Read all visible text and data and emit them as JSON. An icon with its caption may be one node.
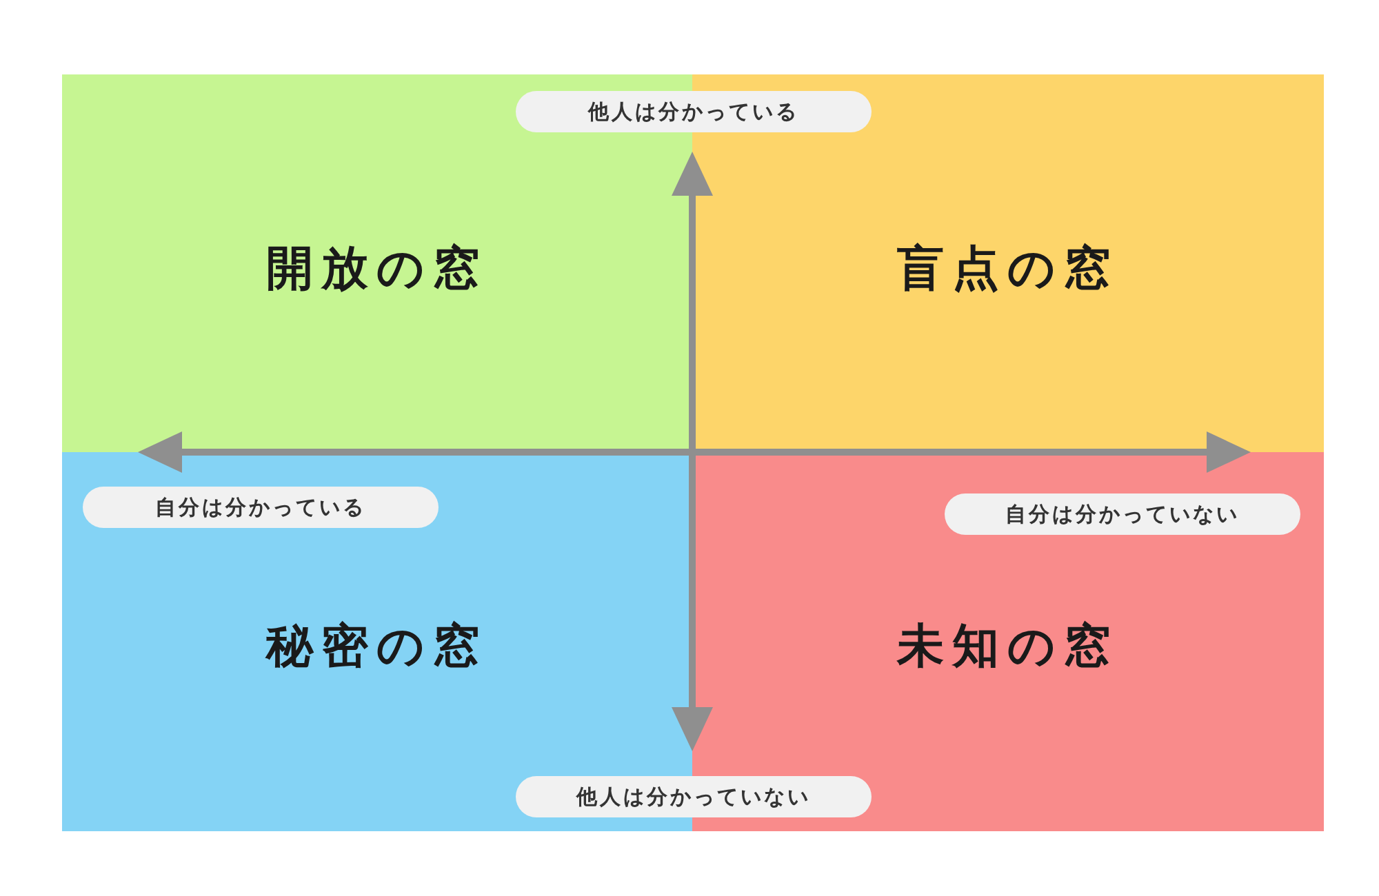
{
  "diagram": {
    "nodes": [
      {
        "text": [
          "他人は分かっている"
        ]
      },
      {
        "text": [
          "開放の窓"
        ]
      },
      {
        "text": [
          "盲点の窓"
        ]
      },
      {
        "text": [
          "秘密の窓"
        ]
      },
      {
        "text": [
          "自分は分かっている"
        ],
        "in": 3
      },
      {
        "text": [
          "未知の窓"
        ]
      },
      {
        "text": [
          "自分は分かっていない"
        ],
        "in": 5
      },
      {
        "text": [
          "他人は分かっていない"
        ]
      }
    ]
  }
}
